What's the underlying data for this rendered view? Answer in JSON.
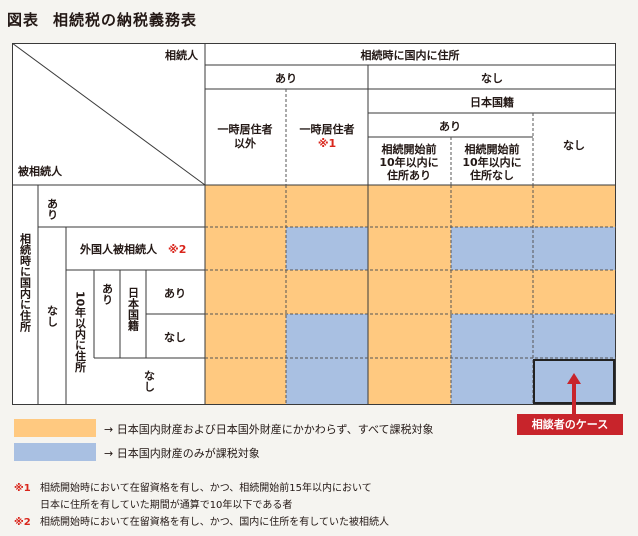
{
  "title": {
    "label": "図表",
    "text": "相続税の納税義務表"
  },
  "table": {
    "corner_top": "相続人",
    "corner_bottom": "被相続人",
    "heir_header": "相続時に国内に住所",
    "ari": "あり",
    "nashi": "なし",
    "nihon_kokuseki": "日本国籍",
    "col1_line1": "一時居住者",
    "col1_line2": "以外",
    "col2": "一時居住者",
    "note1_mark": "※1",
    "col3_line1": "相続開始前",
    "col3_line2": "10年以内に",
    "col3_line3": "住所あり",
    "col4_line1": "相続開始前",
    "col4_line2": "10年以内に",
    "col4_line3": "住所なし",
    "decedent_header": "相続時に国内に住所",
    "foreign_decedent": "外国人被相続人",
    "note2_mark": "※2",
    "ten_years": "10年以内に住所",
    "nihon_kokuseki_v": "日本国籍"
  },
  "legend": {
    "orange_text": "→ 日本国内財産および日本国外財産にかかわらず、すべて課税対象",
    "blue_text": "→ 日本国内財産のみが課税対象",
    "orange_color": "#ffc980",
    "blue_color": "#a9c0e2"
  },
  "callout": "相談者のケース",
  "notes": [
    {
      "mark": "※1",
      "text": "相続開始時において在留資格を有し、かつ、相続開始前15年以内において"
    },
    {
      "mark": "",
      "text": "日本に住所を有していた期間が通算で10年以下である者"
    },
    {
      "mark": "※2",
      "text": "相続開始時において在留資格を有し、かつ、国内に住所を有していた被相続人"
    }
  ]
}
